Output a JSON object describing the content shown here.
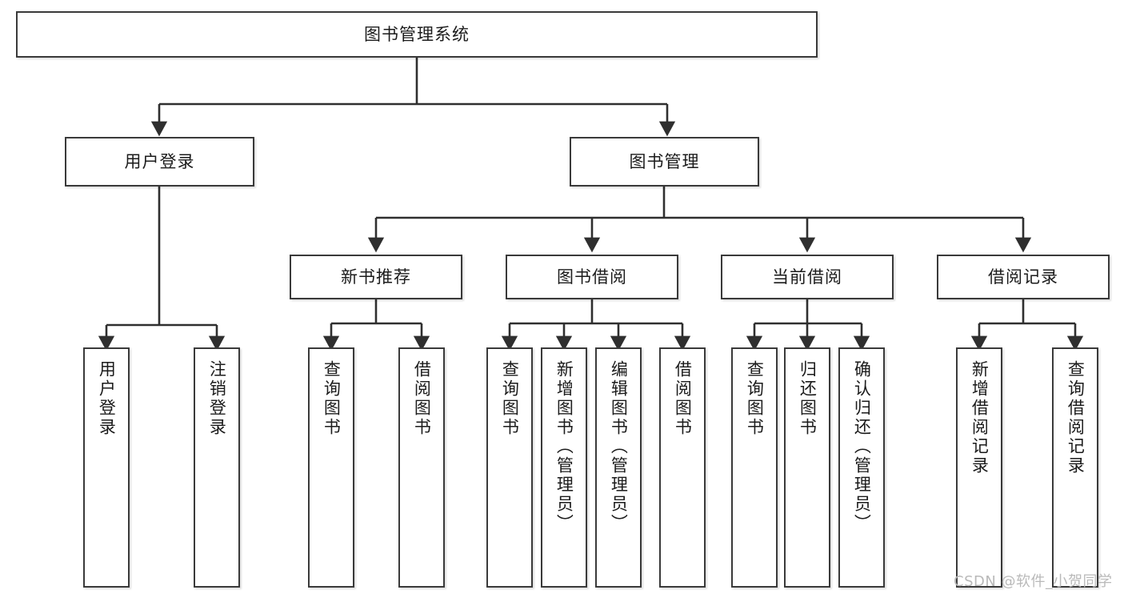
{
  "diagram": {
    "type": "tree-hierarchy",
    "root": {
      "label": "图书管理系统"
    },
    "level1": [
      {
        "label": "用户登录"
      },
      {
        "label": "图书管理"
      }
    ],
    "level2": [
      {
        "label": "新书推荐"
      },
      {
        "label": "图书借阅"
      },
      {
        "label": "当前借阅"
      },
      {
        "label": "借阅记录"
      }
    ],
    "leaves": {
      "user_login": [
        {
          "label": "用户登录"
        },
        {
          "label": "注销登录"
        }
      ],
      "new_book_recommend": [
        {
          "label": "查询图书"
        },
        {
          "label": "借阅图书"
        }
      ],
      "book_borrow": [
        {
          "label": "查询图书"
        },
        {
          "label": "新增图书（管理员）"
        },
        {
          "label": "编辑图书（管理员）"
        },
        {
          "label": "借阅图书"
        }
      ],
      "current_borrow": [
        {
          "label": "查询图书"
        },
        {
          "label": "归还图书"
        },
        {
          "label": "确认归还（管理员）"
        }
      ],
      "borrow_record": [
        {
          "label": "新增借阅记录"
        },
        {
          "label": "查询借阅记录"
        }
      ]
    }
  },
  "watermark": {
    "text": "CSDN @软件_小贺同学"
  },
  "colors": {
    "box_border": "#3a3a3a",
    "box_fill": "#ffffff",
    "connector": "#2f2f2f",
    "text": "#1b1b1b",
    "watermark": "#b9b9b9"
  }
}
